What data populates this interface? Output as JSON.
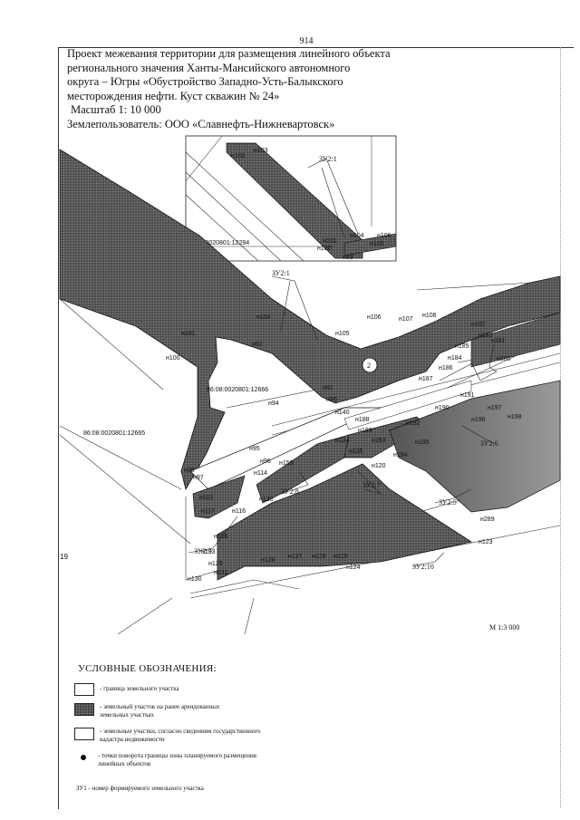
{
  "page_number": "914",
  "side_number": "19",
  "title_lines": [
    "Проект межевания территории для размещения линейного объекта",
    "регионального значения Ханты-Мансийского автономного",
    "округа – Югры «Обустройство Западно-Усть-Балыкского",
    "месторождения нефти. Куст скважин № 24»",
    "Масштаб 1: 10 000",
    "Землепользователь: ООО «Славнефть-Нижневартовск»"
  ],
  "inset": {
    "parcel_label": "ЗУ2:1",
    "cadastral": "86:08:0020801:12294",
    "points": [
      "н102",
      "н103",
      "н104",
      "н101",
      "н100",
      "н93",
      "н105",
      "н106"
    ]
  },
  "main_map": {
    "parcel_labels": [
      "ЗУ2:1",
      "ЗУ2:6",
      "ЗУ2:7",
      "ЗУ2:8",
      "ЗУ2:9",
      "ЗУ2:10",
      "ЗУ2:5"
    ],
    "cadastral_labels": [
      "86:08:0020801:12666",
      "86:08:0020801:12665"
    ],
    "circle_number": "2",
    "points": [
      "н104",
      "н101",
      "н100",
      "н92",
      "н105",
      "н106",
      "н107",
      "н108",
      "н182",
      "н183",
      "н181",
      "н185",
      "н184",
      "н180",
      "н186",
      "н187",
      "н191",
      "н197",
      "н196",
      "н198",
      "н91",
      "н90",
      "н94",
      "н140",
      "н188",
      "н192",
      "н190",
      "н189",
      "н193",
      "н194",
      "н195",
      "н134",
      "н135",
      "н95",
      "н96",
      "н159",
      "н114",
      "н98",
      "н97",
      "н120",
      "н138",
      "н113",
      "н117",
      "н116",
      "н289",
      "н118",
      "н133",
      "н129",
      "н128",
      "н127",
      "н126",
      "н125",
      "н123",
      "н124",
      "н131",
      "н130"
    ]
  },
  "scale_label": "М 1:3 000",
  "legend": {
    "title": "УСЛОВНЫЕ ОБОЗНАЧЕНИЯ:",
    "items": [
      {
        "symbol": "outline-box",
        "text": "- граница земельного участка"
      },
      {
        "symbol": "dark-box",
        "text": "- земельный участок на ранее арендованных земельных участках"
      },
      {
        "symbol": "outline-box",
        "text": "- земельные участки, согласно сведениям государственного кадастра недвижимости"
      },
      {
        "symbol": "dot",
        "text": "- точки поворота границы зоны планируемого размещения линейных объектов"
      }
    ],
    "note": "ЗУ1 - номер формируемого земельного участка"
  }
}
